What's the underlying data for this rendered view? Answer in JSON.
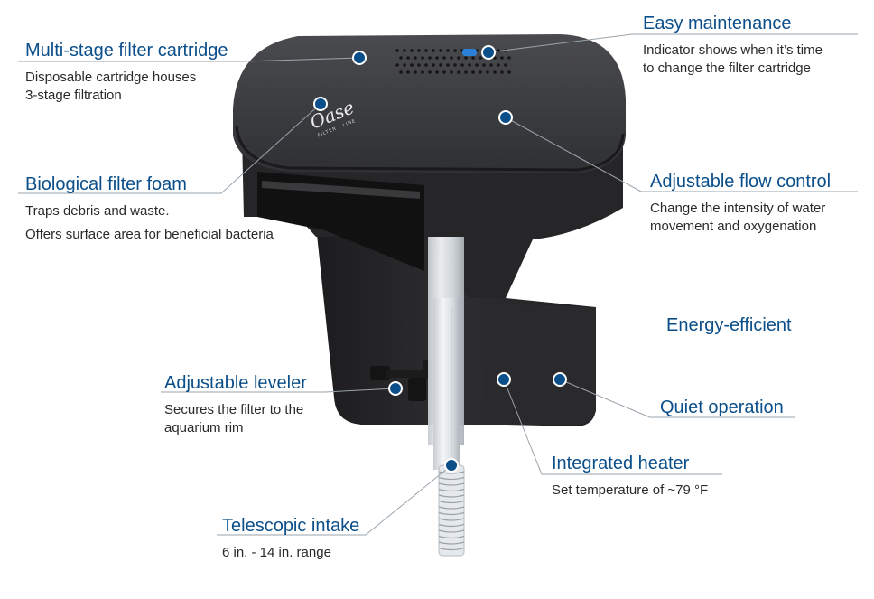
{
  "brand": {
    "logo_text": "Oase",
    "logo_sub": "FILTER · LINE"
  },
  "colors": {
    "accent": "#0b4f8a",
    "dot": "#0b4f8a",
    "body": "#2b2b2d",
    "line": "#9aa3ab"
  },
  "features": {
    "cartridge": {
      "title": "Multi-stage filter cartridge",
      "desc1": "Disposable cartridge houses",
      "desc2": "3-stage filtration"
    },
    "foam": {
      "title": "Biological filter foam",
      "desc1": "Traps debris and waste.",
      "desc2": "Offers surface area for beneficial bacteria"
    },
    "leveler": {
      "title": "Adjustable leveler",
      "desc1": "Secures the filter to the",
      "desc2": "aquarium rim"
    },
    "intake": {
      "title": "Telescopic intake",
      "desc1": "6 in. - 14 in. range"
    },
    "maintenance": {
      "title": "Easy maintenance",
      "desc1": "Indicator shows when it’s time",
      "desc2": "to change the filter cartridge"
    },
    "flow": {
      "title": "Adjustable flow control",
      "desc1": "Change the intensity of water",
      "desc2": "movement and oxygenation"
    },
    "energy": {
      "title": "Energy-efficient"
    },
    "quiet": {
      "title": "Quiet operation"
    },
    "heater": {
      "title": "Integrated heater",
      "desc1": "Set temperature of ~79 °F"
    }
  }
}
